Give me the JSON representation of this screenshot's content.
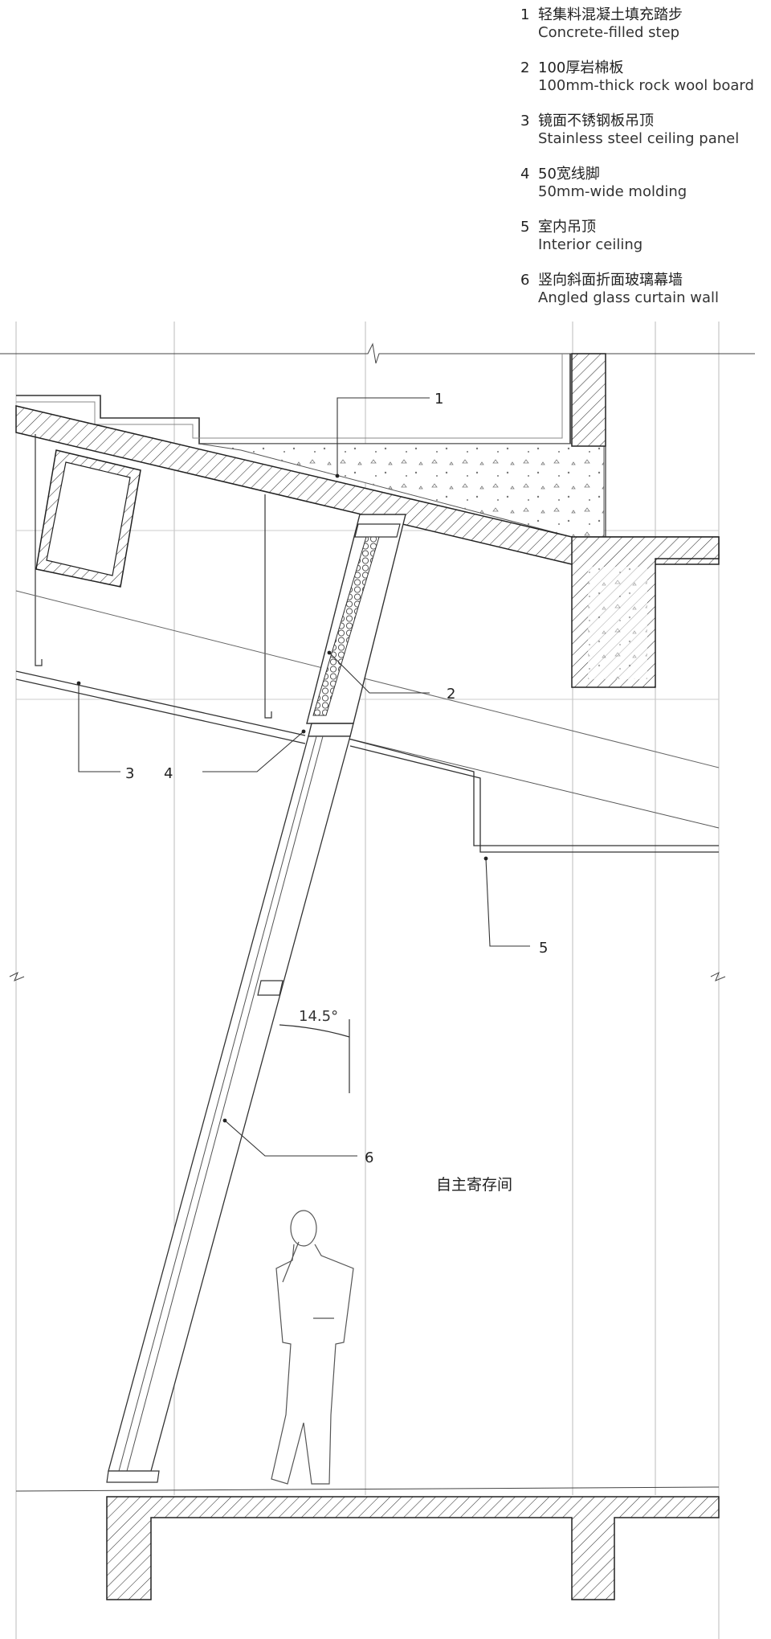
{
  "legend": [
    {
      "num": "1",
      "zh": "轻集料混凝土填充踏步",
      "en": "Concrete-filled step"
    },
    {
      "num": "2",
      "zh": "100厚岩棉板",
      "en": "100mm-thick rock wool board"
    },
    {
      "num": "3",
      "zh": "镜面不锈钢板吊顶",
      "en": "Stainless steel ceiling panel"
    },
    {
      "num": "4",
      "zh": "50宽线脚",
      "en": "50mm-wide molding"
    },
    {
      "num": "5",
      "zh": "室内吊顶",
      "en": "Interior ceiling"
    },
    {
      "num": "6",
      "zh": "竖向斜面折面玻璃幕墙",
      "en": "Angled glass curtain wall"
    }
  ],
  "callouts": {
    "c1": "1",
    "c2": "2",
    "c3": "3",
    "c4": "4",
    "c5": "5",
    "c6": "6"
  },
  "angle_label": "14.5°",
  "room_label": "自主寄存间"
}
